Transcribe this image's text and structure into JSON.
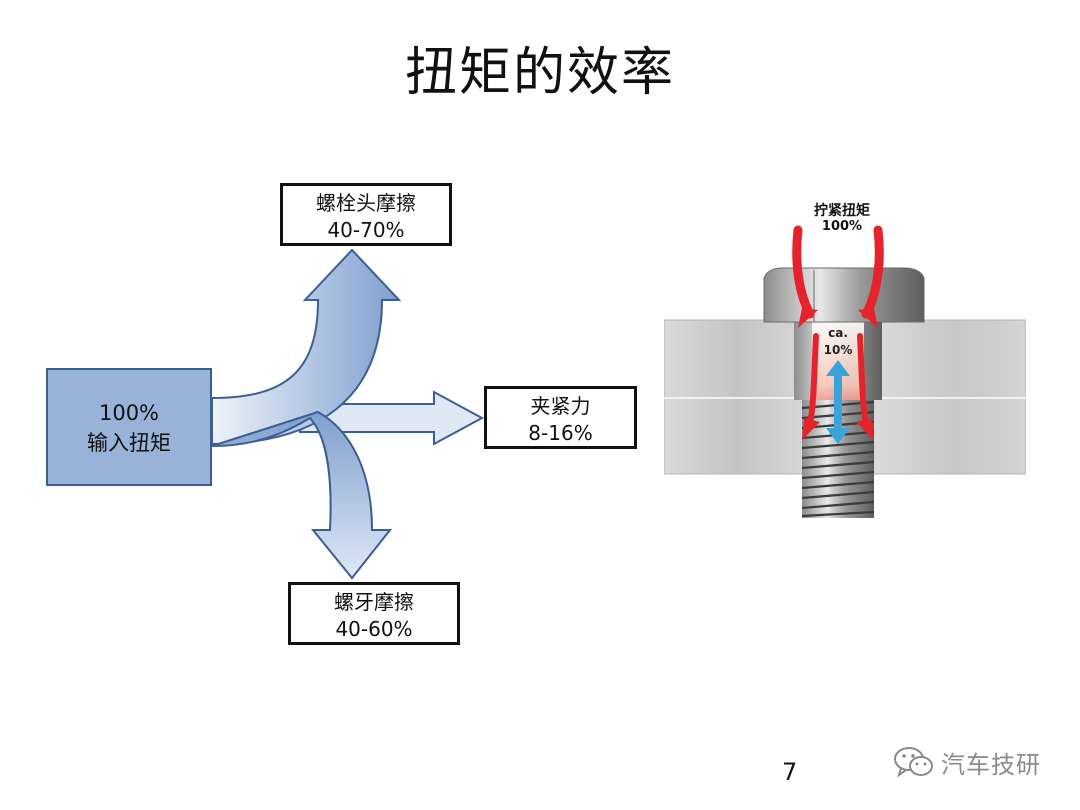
{
  "title": "扭矩的效率",
  "flow": {
    "input": {
      "percent": "100%",
      "label": "输入扭矩"
    },
    "head_friction": {
      "label": "螺栓头摩擦",
      "range": "40-70%"
    },
    "clamp_force": {
      "label": "夹紧力",
      "range": "8-16%"
    },
    "thread_friction": {
      "label": "螺牙摩擦",
      "range": "40-60%"
    }
  },
  "illustration": {
    "torque_label": "拧紧扭矩",
    "torque_percent": "100%",
    "clamp_label": "ca.",
    "clamp_percent": "10%"
  },
  "page_number": "7",
  "watermark": {
    "text": "汽车技研",
    "icon": "wechat-icon"
  },
  "colors": {
    "input_fill": "#99b3d8",
    "arrow_fill_light": "#e4ecf7",
    "arrow_fill_dark": "#7f9fce",
    "arrow_stroke": "#3b5e93",
    "torque_arrow": "#e5232a",
    "clamp_arrow": "#3aa3d8"
  }
}
